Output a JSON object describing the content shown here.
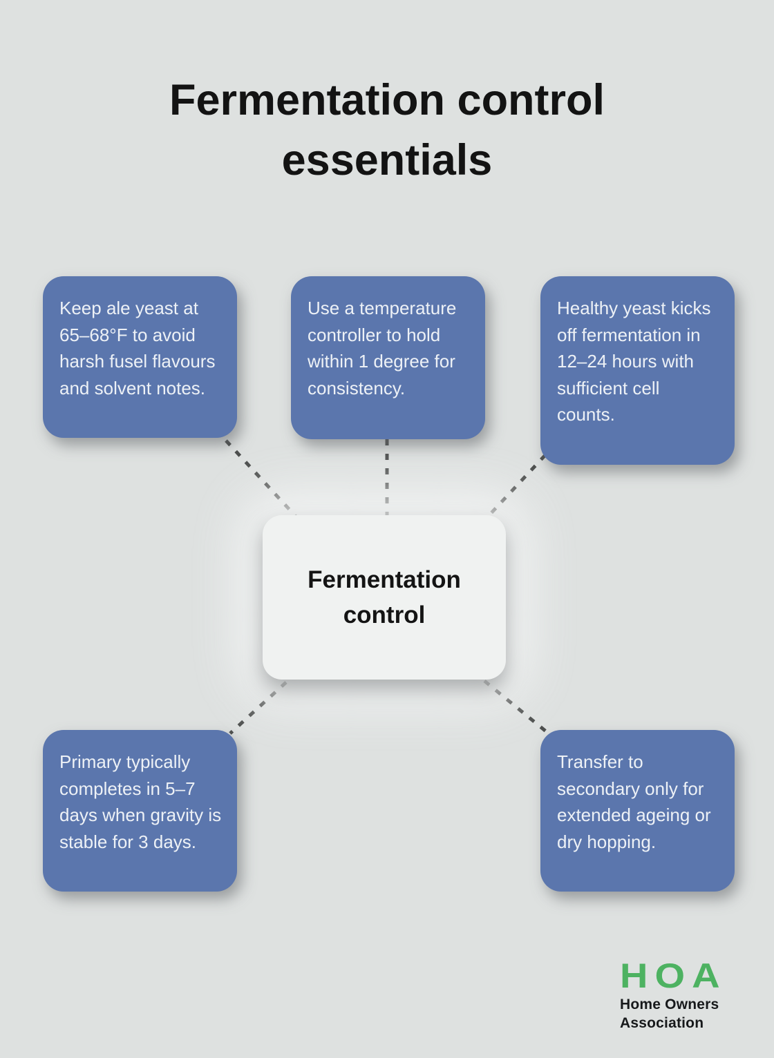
{
  "title": "Fermentation control essentials",
  "center": {
    "label": "Fermentation control"
  },
  "nodes": [
    {
      "position": "top-left",
      "text": "Keep ale yeast at 65–68°F to avoid harsh fusel flavours and solvent notes."
    },
    {
      "position": "top-middle",
      "text": "Use a temperature controller to hold within 1 degree for consistency."
    },
    {
      "position": "top-right",
      "text": "Healthy yeast kicks off fermentation in 12–24 hours with sufficient cell counts."
    },
    {
      "position": "bottom-left",
      "text": "Primary typically completes in 5–7 days when gravity is stable for 3 days."
    },
    {
      "position": "bottom-right",
      "text": "Transfer to secondary only for extended ageing or dry hopping."
    }
  ],
  "logo": {
    "acronym": "HOA",
    "org_line1": "Home Owners",
    "org_line2": "Association"
  },
  "colors": {
    "background": "#dee1e0",
    "node_fill": "#5b76ad",
    "node_text": "#edf1f6",
    "center_fill": "#f0f2f1",
    "center_text": "#141414",
    "connector": "#4b4d4c",
    "logo_green": "#4db261",
    "logo_text": "#17191b"
  }
}
